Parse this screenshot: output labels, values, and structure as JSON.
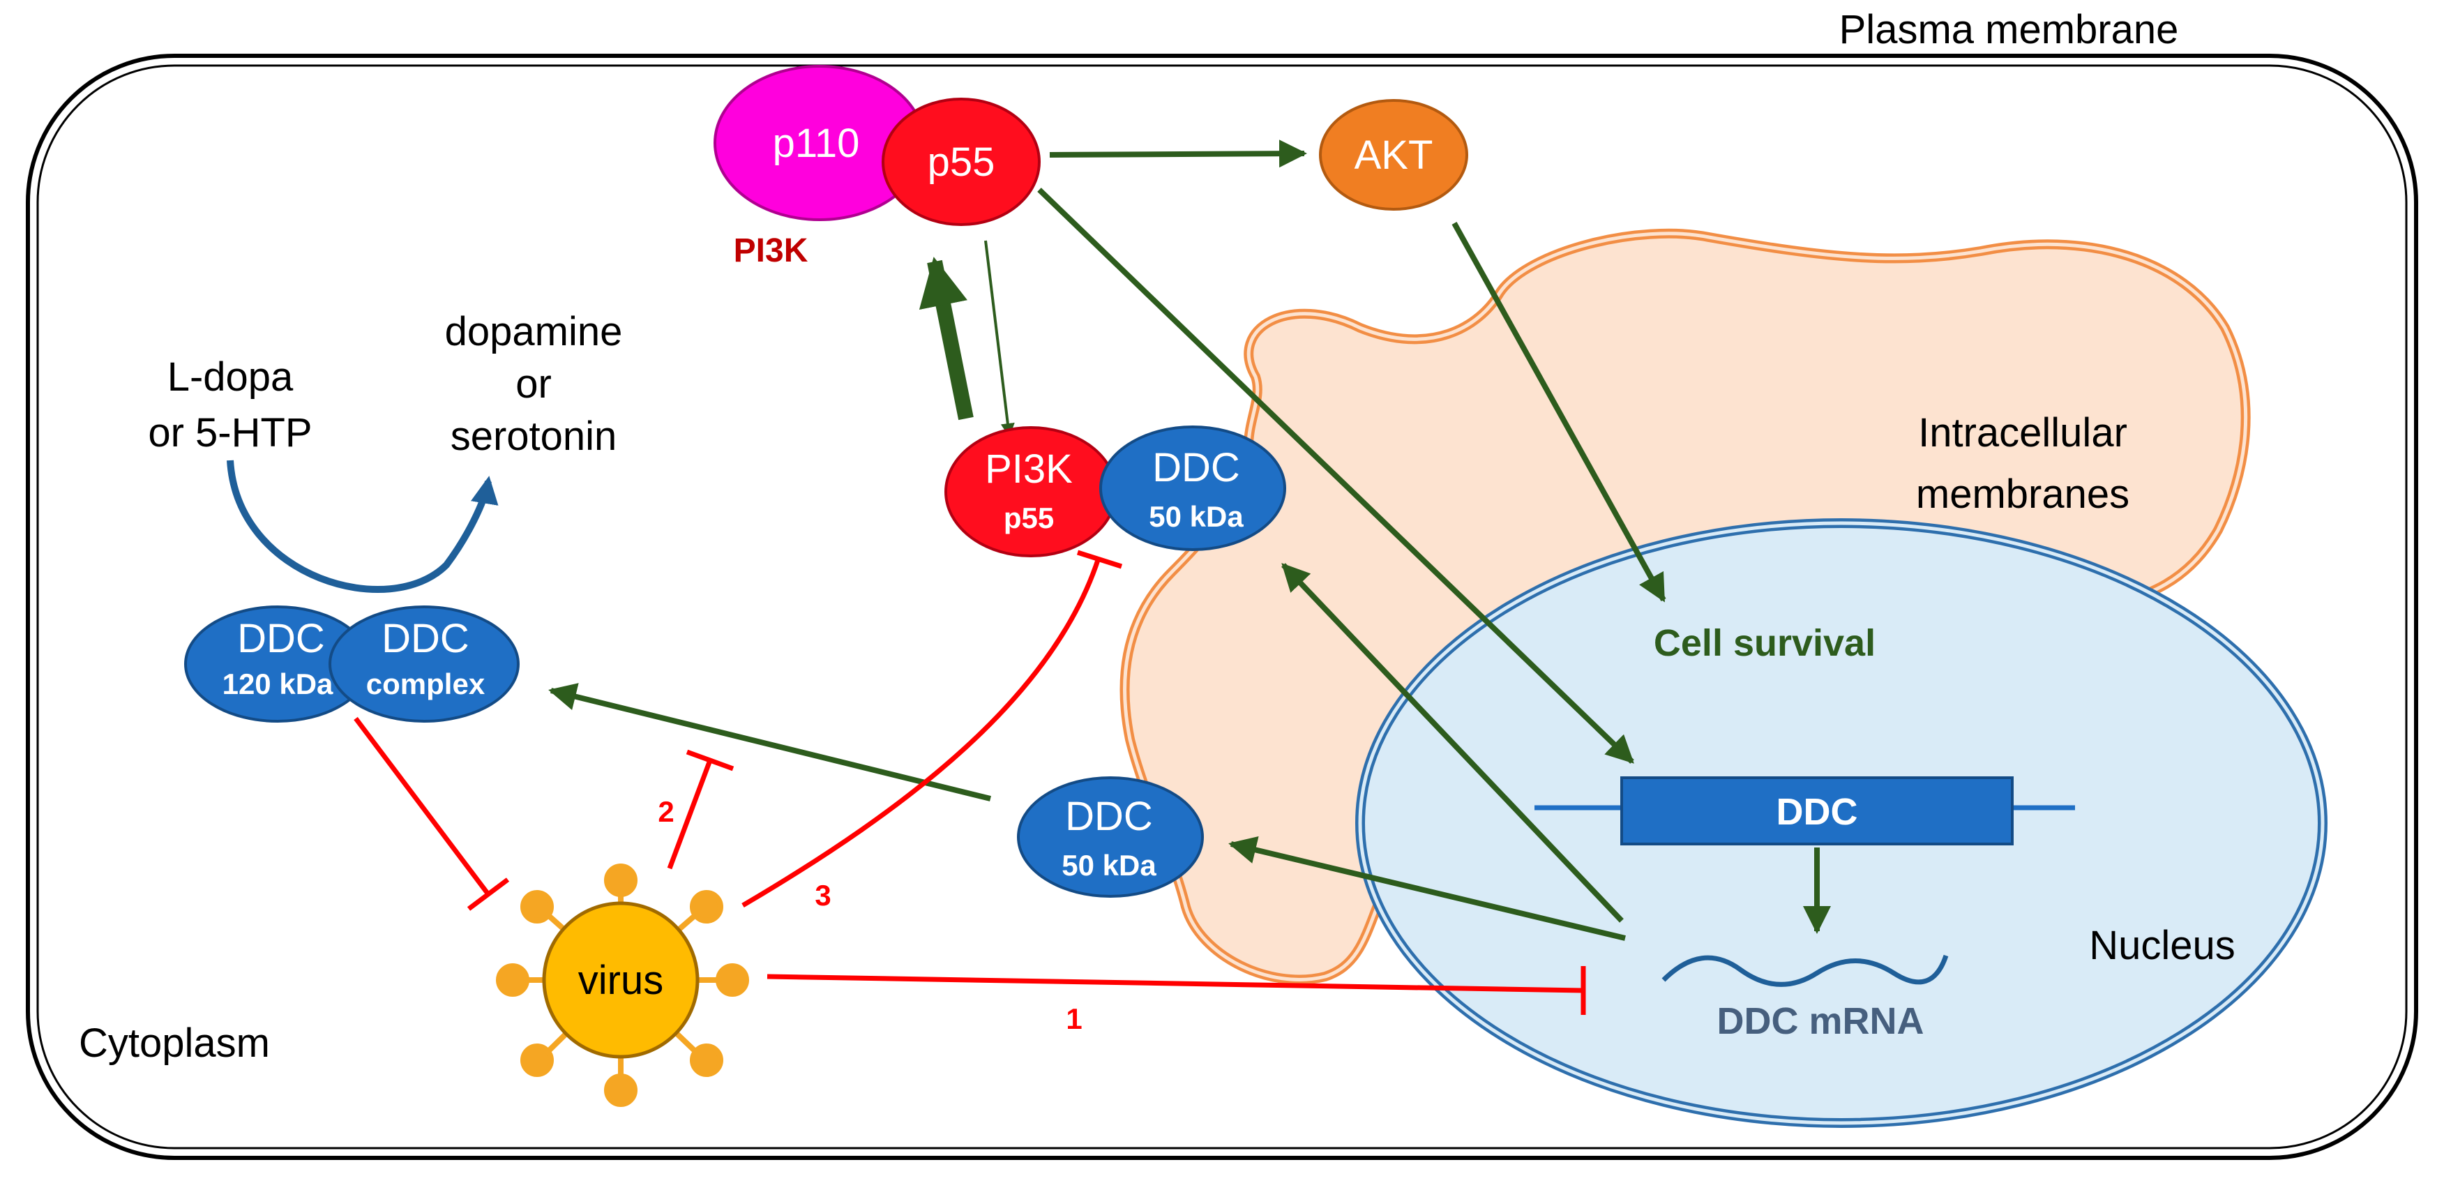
{
  "labels": {
    "plasma_membrane": "Plasma membrane",
    "cytoplasm": "Cytoplasm",
    "nucleus": "Nucleus",
    "intracellular_1": "Intracellular",
    "intracellular_2": "membranes",
    "cell_survival": "Cell survival",
    "pi3k_complex": "PI3K",
    "substrate_1": "L-dopa",
    "substrate_2": "or 5-HTP",
    "product_1": "dopamine",
    "product_2": "or",
    "product_3": "serotonin"
  },
  "nodes": {
    "p110": "p110",
    "p55": "p55",
    "akt": "AKT",
    "pi3k_bound_1": "PI3K",
    "pi3k_bound_2": "p55",
    "ddc_bound_1": "DDC",
    "ddc_bound_2": "50 kDa",
    "ddc_120_1": "DDC",
    "ddc_120_2": "120 kDa",
    "ddc_complex_1": "DDC",
    "ddc_complex_2": "complex",
    "ddc_50_1": "DDC",
    "ddc_50_2": "50 kDa",
    "virus": "virus",
    "ddc_gene": "DDC",
    "ddc_mrna": "DDC mRNA"
  },
  "inhibitions": {
    "n1": "1",
    "n2": "2",
    "n3": "3"
  },
  "colors": {
    "activation": "#2d5c1d",
    "inhibition": "#ff0000",
    "ddc_blue": "#1f6fc5",
    "pi3k_red": "#ff0d1e",
    "p110_magenta": "#ff00dd",
    "akt_orange": "#f07e22",
    "virus_gold": "#ffbb00",
    "membrane_peach": "#fde3d0",
    "nucleus_blue": "#d9ebf7"
  }
}
